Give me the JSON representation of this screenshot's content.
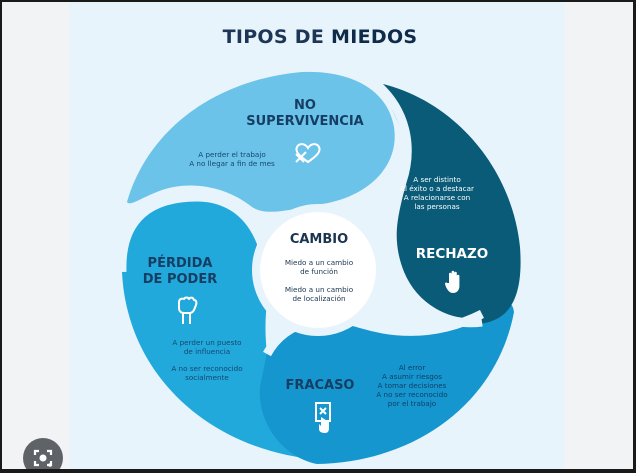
{
  "title": {
    "part1": "TIPOS DE ",
    "part2": "MIEDOS"
  },
  "colors": {
    "background": "#e8f4fc",
    "light_blue": "#6cc3ea",
    "medium_blue": "#21a8dc",
    "dark_teal": "#0a5b78",
    "bright_blue": "#1595cf",
    "center": "#ffffff",
    "heading_text": "#163e63"
  },
  "segments": [
    {
      "id": "no-supervivencia",
      "heading_line1": "NO",
      "heading_line2": "SUPERVIVENCIA",
      "items": [
        "A perder el trabajo",
        "A no llegar a fin de mes"
      ],
      "icon": "broken-heart-icon"
    },
    {
      "id": "rechazo",
      "heading": "RECHAZO",
      "items": [
        "A ser distinto",
        "Al éxito o a destacar",
        "A relacionarse con",
        "las personas"
      ],
      "icon": "hand-stop-icon"
    },
    {
      "id": "fracaso",
      "heading": "FRACASO",
      "items": [
        "Al error",
        "A asumir riesgos",
        "A tomar decisiones",
        "A no ser reconocido",
        "por el trabajo"
      ],
      "icon": "hand-card-x-icon"
    },
    {
      "id": "perdida-de-poder",
      "heading_line1": "PÉRDIDA",
      "heading_line2": "DE PODER",
      "items": [
        "A perder un puesto",
        "de influencia",
        "A no ser reconocido",
        "socialmente"
      ],
      "icon": "raised-fist-icon"
    }
  ],
  "center": {
    "heading": "CAMBIO",
    "items": [
      "Miedo a un cambio",
      "de función",
      "Miedo a un cambio",
      "de localización"
    ]
  },
  "overlay": {
    "icon": "lens-search-icon"
  }
}
